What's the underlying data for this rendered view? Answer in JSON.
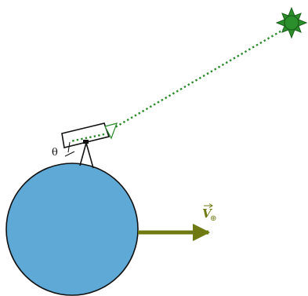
{
  "labels": {
    "angle": "θ",
    "velocity_symbol": "V",
    "velocity_subscript": "⊕"
  },
  "colors": {
    "earth_fill": "#5fa9d6",
    "earth_stroke": "#111111",
    "velocity_arrow": "#6f7a12",
    "light_ray": "#2a8a2a",
    "star_fill": "#2b8f2b",
    "star_stroke": "#1b5e1b",
    "telescope_stroke": "#111111"
  },
  "icons": {
    "star": "sun-star-icon",
    "telescope": "telescope-icon",
    "earth": "earth-circle"
  }
}
